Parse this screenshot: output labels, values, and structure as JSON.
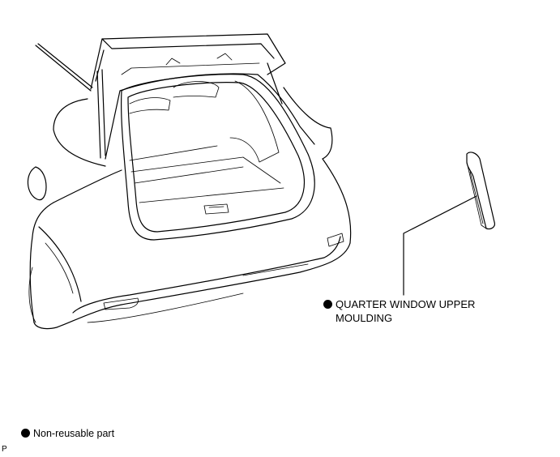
{
  "callout": {
    "line1": "QUARTER WINDOW UPPER",
    "line2": "MOULDING"
  },
  "legend": {
    "label": "Non-reusable part"
  },
  "figure_code": "P"
}
